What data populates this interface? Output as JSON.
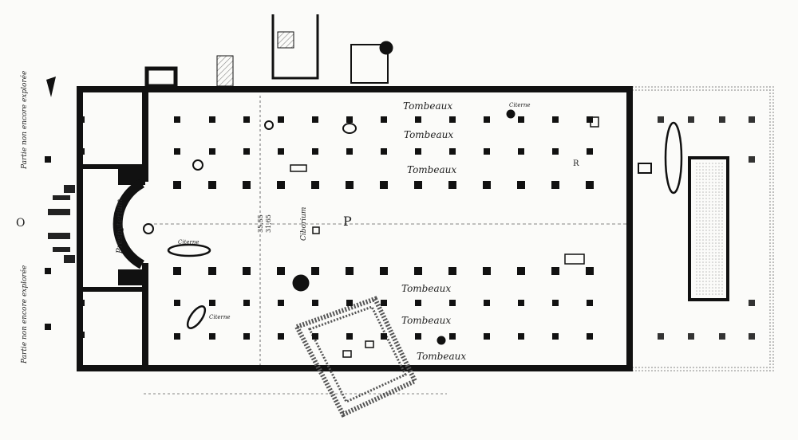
{
  "labels": {
    "tombeaux_1": "Tombeaux",
    "tombeaux_2": "Tombeaux",
    "tombeaux_3": "Tombeaux",
    "tombeaux_4": "Tombeaux",
    "tombeaux_5": "Tombeaux",
    "tombeaux_6": "Tombeaux",
    "presbyterium": "Presbyterium",
    "ciborium": "Ciborium",
    "citerne_1": "Citerne",
    "citerne_2": "Citerne",
    "citerne_3": "Citerne",
    "left_top_note": "Partie non encore explorée",
    "left_bottom_note": "Partie non encore explorée",
    "dim_1": "35,55",
    "dim_2": "31,65",
    "letter_p": "P",
    "letter_r": "R",
    "letter_o": "O"
  },
  "colors": {
    "ink": "#111111",
    "paper": "#fbfbf9",
    "hatch": "#9a9a9a"
  }
}
